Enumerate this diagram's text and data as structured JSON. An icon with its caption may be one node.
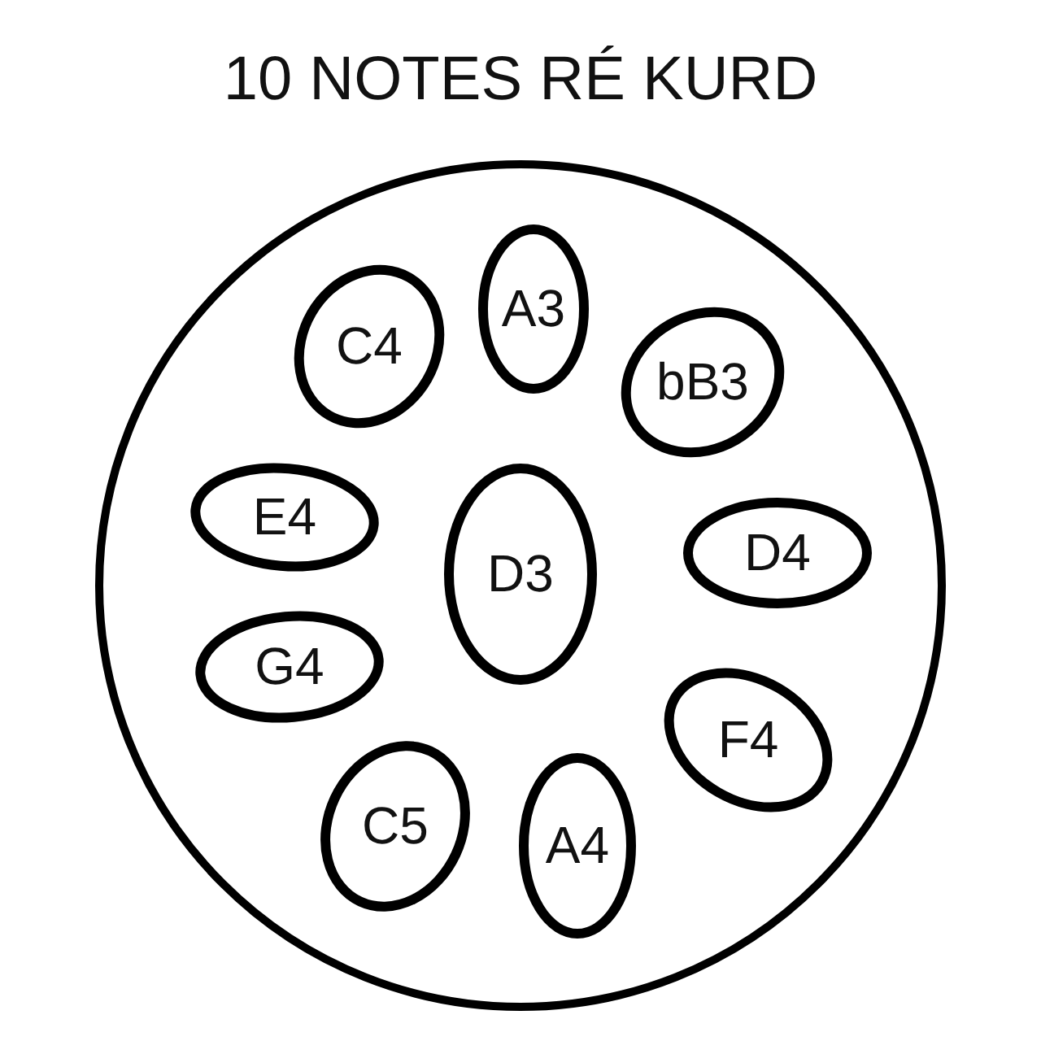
{
  "diagram": {
    "title": "10 NOTES RÉ KURD",
    "nodes": [
      {
        "text": [],
        "shape": "circle"
      },
      {
        "text": [
          "A3"
        ],
        "in": 0
      },
      {
        "text": [
          "C4"
        ],
        "in": 0
      },
      {
        "text": [
          "bB3"
        ],
        "in": 0
      },
      {
        "text": [
          "E4"
        ],
        "in": 0
      },
      {
        "text": [
          "D3"
        ],
        "in": 0
      },
      {
        "text": [
          "D4"
        ],
        "in": 0
      },
      {
        "text": [
          "G4"
        ],
        "in": 0
      },
      {
        "text": [
          "F4"
        ],
        "in": 0
      },
      {
        "text": [
          "C5"
        ],
        "in": 0
      },
      {
        "text": [
          "A4"
        ],
        "in": 0
      }
    ]
  }
}
